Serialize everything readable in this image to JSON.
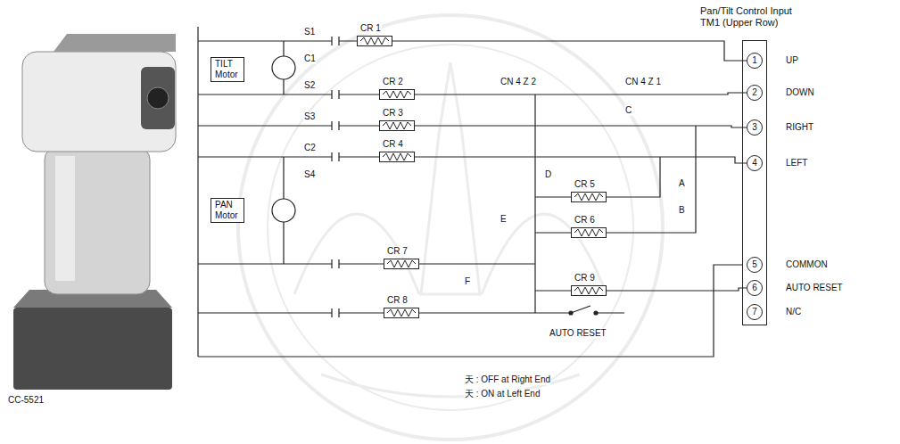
{
  "diagram": {
    "nodes": [
      {
        "text": [
          "Pan/Tilt Control Input",
          "TM1 (Upper Row)"
        ]
      },
      {
        "text": [
          "1"
        ],
        "in": 0
      },
      {
        "text": [
          "2"
        ],
        "in": 0
      },
      {
        "text": [
          "3"
        ],
        "in": 0
      },
      {
        "text": [
          "4"
        ],
        "in": 0
      },
      {
        "text": [
          "5"
        ],
        "in": 0
      },
      {
        "text": [
          "6"
        ],
        "in": 0
      },
      {
        "text": [
          "7"
        ],
        "in": 0
      },
      {
        "text": [
          "TILT",
          "Motor"
        ]
      },
      {
        "text": [
          "PAN",
          "Motor"
        ]
      },
      {
        "text": [
          "CR 1"
        ]
      },
      {
        "text": [
          "CR 2"
        ]
      },
      {
        "text": [
          "CR 3"
        ]
      },
      {
        "text": [
          "CR 4"
        ]
      },
      {
        "text": [
          "CR 5"
        ]
      },
      {
        "text": [
          "CR 6"
        ]
      },
      {
        "text": [
          "CR 7"
        ]
      },
      {
        "text": [
          "CR 8"
        ]
      },
      {
        "text": [
          "CR 9"
        ]
      }
    ],
    "edges": [
      {
        "from": 10,
        "to": 1,
        "arrow": "none"
      },
      {
        "from": 11,
        "to": 2,
        "arrow": "none"
      },
      {
        "from": 12,
        "to": 3,
        "arrow": "none"
      },
      {
        "from": 13,
        "to": 4,
        "arrow": "none"
      },
      {
        "from": 18,
        "to": 6,
        "arrow": "none"
      }
    ],
    "labels": [
      "UP",
      "DOWN",
      "RIGHT",
      "LEFT",
      "COMMON",
      "AUTO RESET",
      "N/C",
      "S1",
      "C1",
      "S2",
      "S3",
      "C2",
      "S4",
      "CN 4 Z 2",
      "CN 4 Z 1",
      "A",
      "B",
      "C",
      "D",
      "E",
      "F",
      "AUTO RESET",
      "天 : OFF at Right End",
      "天 : ON at Left End",
      "CC-5521"
    ]
  }
}
